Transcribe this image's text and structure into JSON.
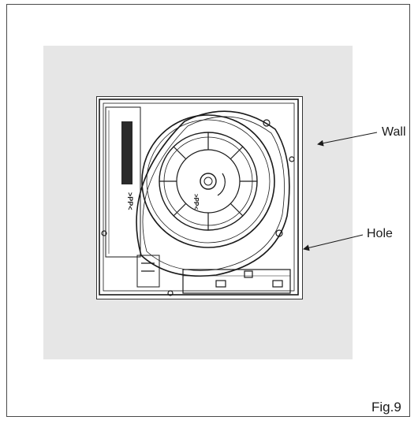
{
  "labels": {
    "wall": "Wall",
    "hole": "Hole",
    "figure": "Fig.9"
  },
  "fan_markings": {
    "side_text": ">PP<",
    "center_text": ">PP<"
  },
  "colors": {
    "wall_fill": "#e6e6e6",
    "line": "#1a1a1a",
    "background": "#ffffff"
  }
}
